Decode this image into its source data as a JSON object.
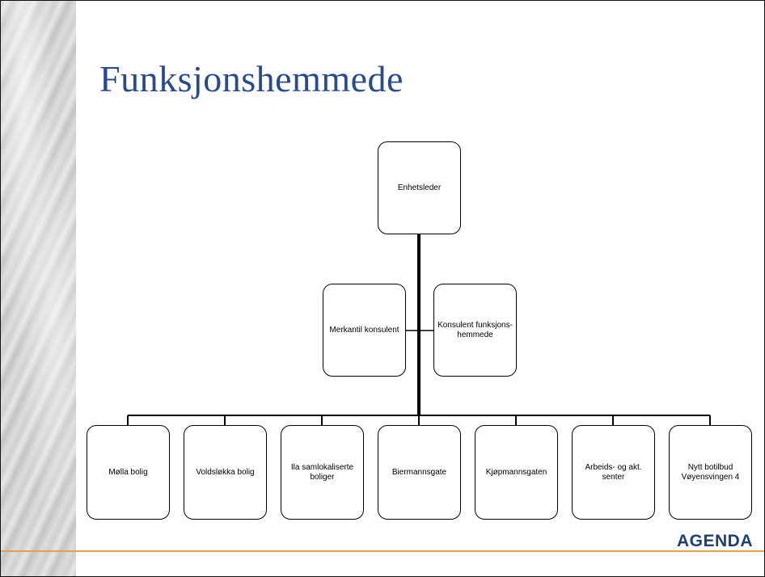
{
  "slide": {
    "title": "Funksjonshemmede",
    "logo_text": "AGENDA",
    "accent_colors": {
      "title": "#284a8f",
      "footer_line": "#e0a24d",
      "logo": "#1f3f77"
    }
  },
  "org_chart": {
    "top": {
      "label": "Enhetsleder"
    },
    "staff": [
      {
        "label": "Merkantil konsulent"
      },
      {
        "label": "Konsulent funksjons-\nhemmede"
      }
    ],
    "units": [
      {
        "label": "Mølla bolig"
      },
      {
        "label": "Voldsløkka bolig"
      },
      {
        "label": "Ila samlokaliserte boliger"
      },
      {
        "label": "Biermannsgate"
      },
      {
        "label": "Kjøpmannsgaten"
      },
      {
        "label": "Arbeids- og akt. senter"
      },
      {
        "label": "Nytt botilbud Vøyensvingen 4"
      }
    ]
  }
}
